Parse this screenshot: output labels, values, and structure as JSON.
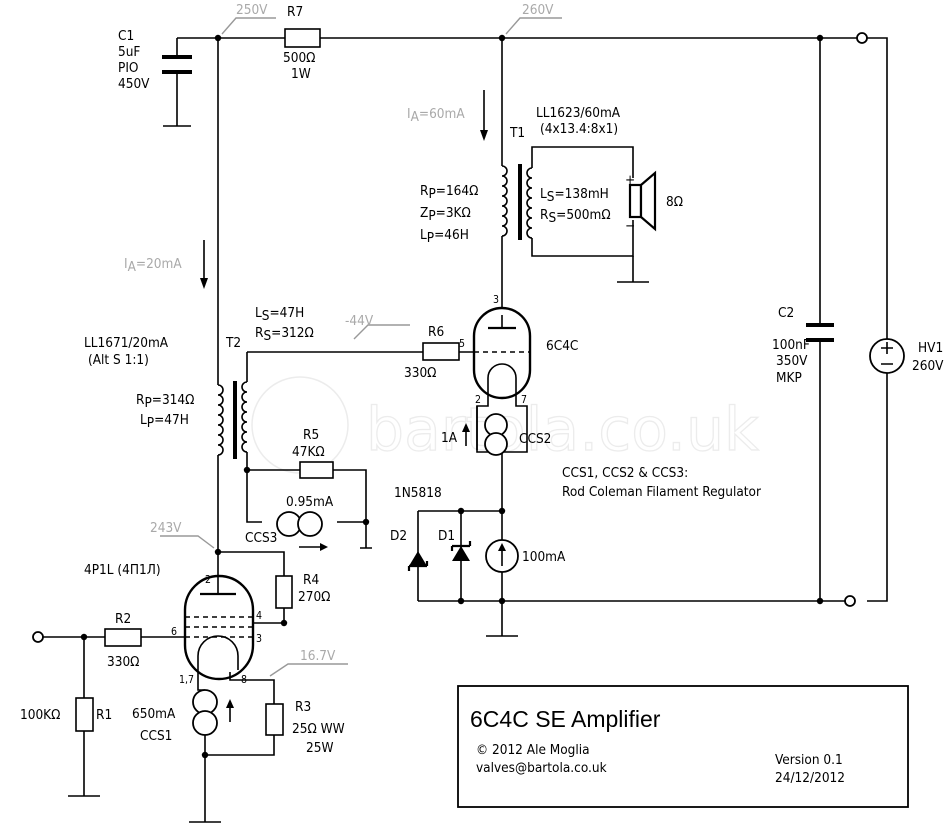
{
  "title": "6C4C SE Amplifier",
  "copyright": "© 2012 Ale Moglia",
  "email": "valves@bartola.co.uk",
  "version": "Version 0.1",
  "date": "24/12/2012",
  "watermark": "bartola.co.uk",
  "voltages": {
    "v250": "250V",
    "v260": "260V",
    "v243": "243V",
    "v_44": "-44V",
    "v16_7": "16.7V"
  },
  "currents": {
    "ia60": "=60mA",
    "ia20": "=20mA",
    "ia_letter": "I",
    "ia_sub": "A"
  },
  "c1": {
    "name": "C1",
    "value": "5uF",
    "type": "PIO",
    "voltage": "450V"
  },
  "r7": {
    "name": "R7",
    "value": "500Ω",
    "power": "1W"
  },
  "t1": {
    "name": "T1",
    "part": "LL1623/60mA",
    "ratio": "(4x13.4:8x1)",
    "rp_val": "=164Ω",
    "zp_val": "=3KΩ",
    "lp_val": "=46H",
    "ls_val": "=138mH",
    "rs_val": "=500mΩ"
  },
  "speaker": {
    "value": "8Ω",
    "plus": "+",
    "minus": "−"
  },
  "c2": {
    "name": "C2",
    "value": "100nF",
    "voltage": "350V",
    "type": "MKP"
  },
  "hv1": {
    "name": "HV1",
    "value": "260V"
  },
  "t2": {
    "name": "T2",
    "part": "LL1671/20mA",
    "alt": "(Alt S 1:1)",
    "ls_val": "=47H",
    "rs_val": "=312Ω",
    "rp_val": "=314Ω",
    "lp_val": "=47H"
  },
  "r6": {
    "name": "R6",
    "value": "330Ω"
  },
  "v2": {
    "name": "6C4C",
    "pin_plate": "3",
    "pin_grid": "5",
    "pin_f1": "2",
    "pin_f2": "7"
  },
  "ccs2": {
    "name": "CCS2",
    "current": "1A"
  },
  "note": {
    "line1": "CCS1, CCS2 & CCS3:",
    "line2": "Rod Coleman Filament Regulator"
  },
  "r5": {
    "name": "R5",
    "value": "47KΩ"
  },
  "ccs3": {
    "name": "CCS3",
    "current": "0.95mA"
  },
  "diodes": {
    "type": "1N5818",
    "d1": "D1",
    "d2": "D2"
  },
  "isrc": {
    "current": "100mA"
  },
  "v1": {
    "name": "4P1L (4П1Л)",
    "pin_plate": "2",
    "pin_g1": "6",
    "pin_g2": "4",
    "pin_g3": "3",
    "pin_k": "8",
    "pin_f": "1,7"
  },
  "r4": {
    "name": "R4",
    "value": "270Ω"
  },
  "r2": {
    "name": "R2",
    "value": "330Ω"
  },
  "r1": {
    "name": "R1",
    "value": "100KΩ"
  },
  "r3": {
    "name": "R3",
    "value": "25Ω WW",
    "power": "25W"
  },
  "ccs1": {
    "name": "CCS1",
    "current": "650mA"
  },
  "sym": {
    "R": "R",
    "Z": "Z",
    "L": "L",
    "P": "P",
    "S": "S"
  }
}
